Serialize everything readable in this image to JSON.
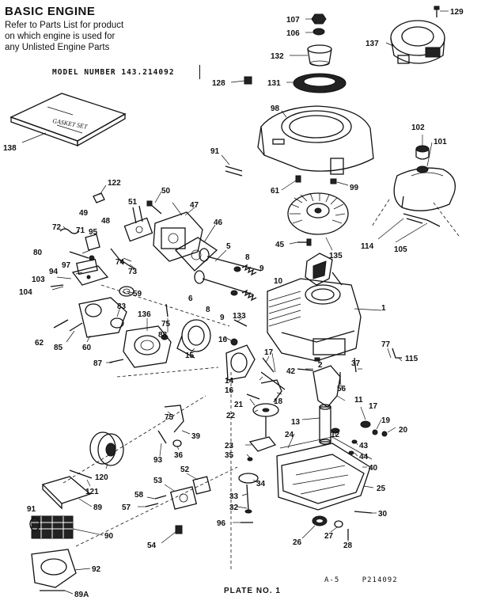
{
  "header": {
    "title": "BASIC ENGINE",
    "lines": [
      "Refer to Parts List for product",
      "on which engine is used for",
      "any Unlisted Engine Parts"
    ],
    "model": "MODEL NUMBER 143.214092"
  },
  "gasket_box": "GASKET SET",
  "footer": {
    "plate": "PLATE NO. 1",
    "page_ref": "A-5",
    "drawing_ref": "P214092"
  }
}
